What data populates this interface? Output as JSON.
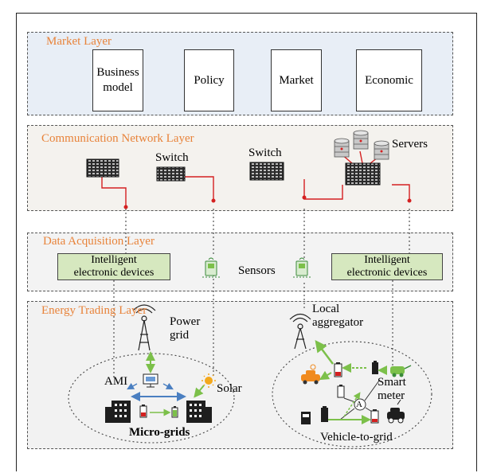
{
  "layers": {
    "market": {
      "title": "Market Layer",
      "boxes": [
        "Business\nmodel",
        "Policy",
        "Market",
        "Economic"
      ]
    },
    "communication": {
      "title": "Communication Network Layer",
      "switch_label_1": "Switch",
      "switch_label_2": "Switch",
      "servers_label": "Servers"
    },
    "data_acquisition": {
      "title": "Data Acquisition Layer",
      "ied_left": "Intelligent\nelectronic devices",
      "ied_right": "Intelligent\nelectronic devices",
      "sensors_label": "Sensors"
    },
    "energy_trading": {
      "title": "Energy Trading Layer",
      "power_grid": "Power\ngrid",
      "ami": "AMI",
      "solar": "Solar",
      "micro_grids": "Micro-grids",
      "local_aggregator": "Local\naggregator",
      "smart_meter": "Smart\nmeter",
      "vehicle_to_grid": "Vehicle-to-grid",
      "node_label": "A"
    }
  },
  "colors": {
    "title_orange": "#e8833a",
    "market_fill": "#e8eef6",
    "comm_fill": "#f4f2ee",
    "ied_green": "#d6e8bf",
    "link_red": "#d42020",
    "arrow_green": "#7cc04a",
    "arrow_blue": "#4a7fc1"
  }
}
